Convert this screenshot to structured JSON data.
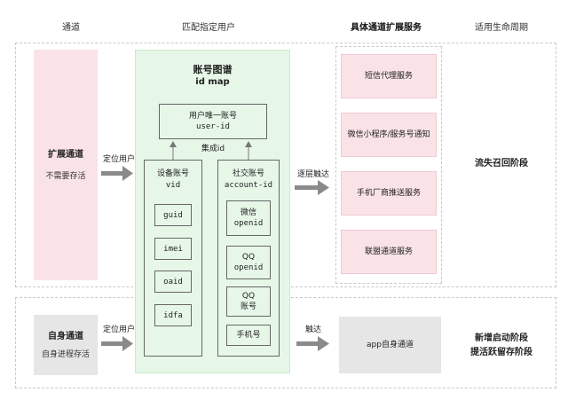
{
  "headers": {
    "channel": "通道",
    "match_user": "匹配指定用户",
    "services": "具体通道扩展服务",
    "lifecycle": "适用生命周期"
  },
  "ext_channel": {
    "title": "扩展通道",
    "subtitle": "不需要存活"
  },
  "self_channel": {
    "title": "自身通道",
    "subtitle": "自身进程存活"
  },
  "locate_top": "定位用户",
  "locate_bottom": "定位用户",
  "id_map": {
    "title": "账号图谱",
    "subtitle": "id map",
    "unique": {
      "title": "用户唯一账号",
      "code": "user-id"
    },
    "integrate": "集成id",
    "device": {
      "title": "设备账号",
      "code": "vid",
      "items": [
        "guid",
        "imei",
        "oaid",
        "idfa"
      ]
    },
    "social": {
      "title": "社交账号",
      "code": "account-id",
      "items": [
        {
          "l1": "微信",
          "l2": "openid"
        },
        {
          "l1": "QQ",
          "l2": "openid"
        },
        {
          "l1": "QQ",
          "l2": "账号"
        },
        {
          "l1": "手机号",
          "l2": ""
        }
      ]
    }
  },
  "arrow_tiered": "逐层触达",
  "arrow_reach": "触达",
  "services": [
    "短信代理服务",
    "微信小程序/服务号通知",
    "手机厂商推送服务",
    "联盟通道服务"
  ],
  "app_channel": "app自身通道",
  "lifecycle_top": "流失召回阶段",
  "lifecycle_bottom": [
    "新增启动阶段",
    "提活跃留存阶段"
  ]
}
